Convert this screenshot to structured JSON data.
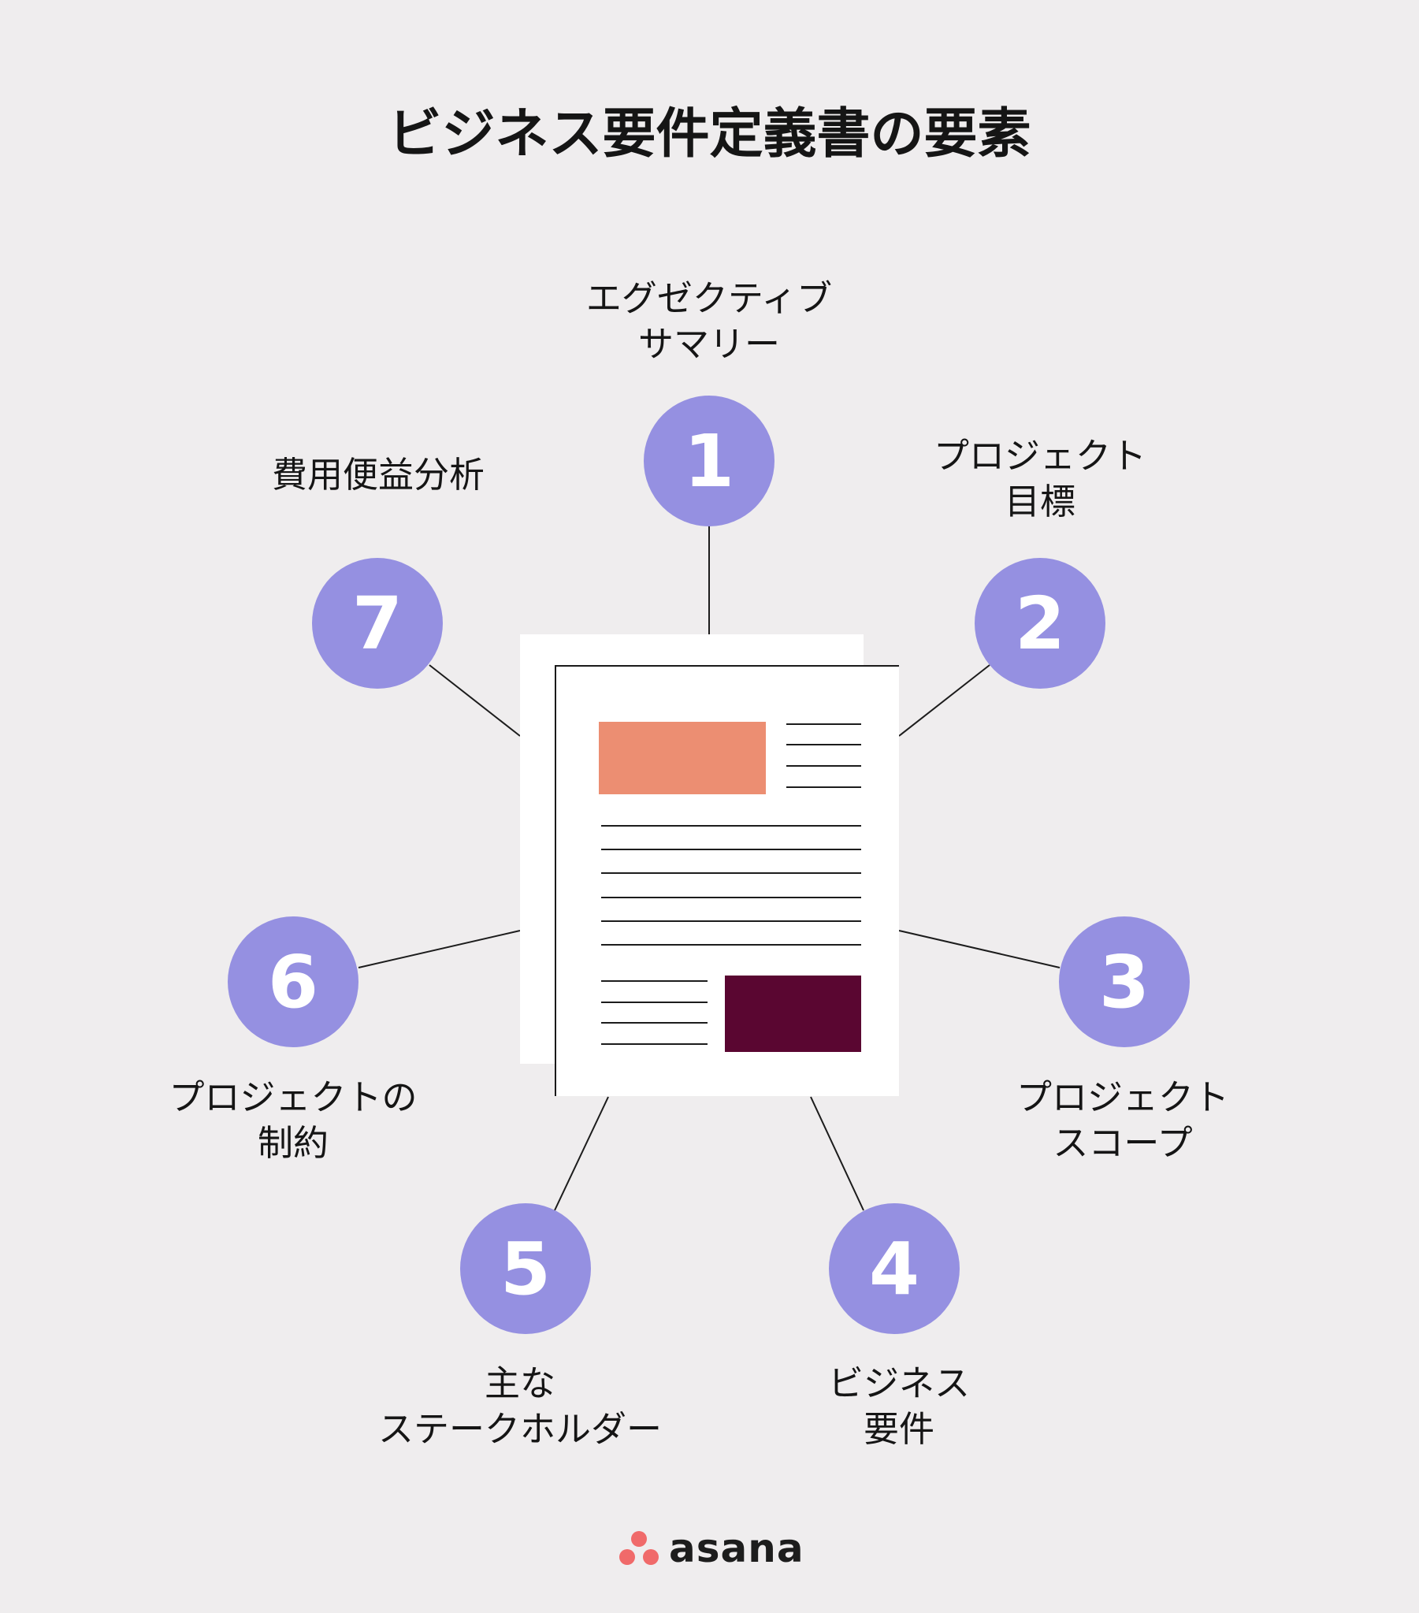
{
  "title": "ビジネス要件定義書の要素",
  "accent_color": "#9590e1",
  "doc_colors": {
    "salmon_block": "#ec8e72",
    "plum_block": "#5a0631"
  },
  "elements": [
    {
      "number": "1",
      "lines": [
        "エグゼクティブ",
        "サマリー"
      ]
    },
    {
      "number": "2",
      "lines": [
        "プロジェクト",
        "目標"
      ]
    },
    {
      "number": "3",
      "lines": [
        "プロジェクト",
        "スコープ"
      ]
    },
    {
      "number": "4",
      "lines": [
        "ビジネス",
        "要件"
      ]
    },
    {
      "number": "5",
      "lines": [
        "主な",
        "ステークホルダー"
      ]
    },
    {
      "number": "6",
      "lines": [
        "プロジェクトの",
        "制約"
      ]
    },
    {
      "number": "7",
      "lines": [
        "費用便益分析"
      ]
    }
  ],
  "logo": {
    "text": "asana",
    "icon": "asana-dots-icon",
    "color": "#f06a6a"
  }
}
